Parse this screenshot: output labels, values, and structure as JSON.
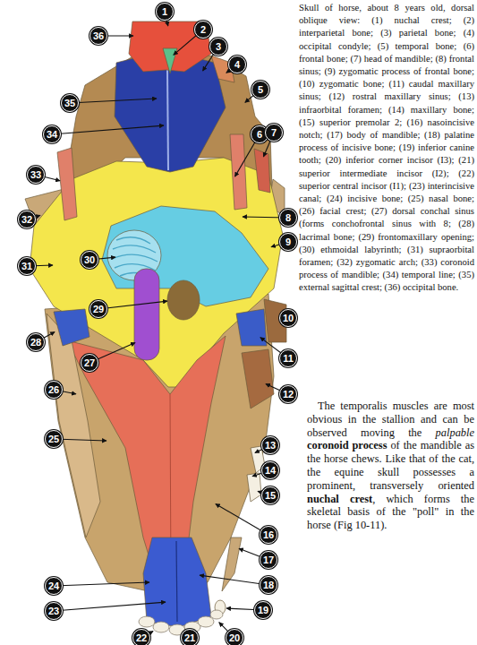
{
  "diagram": {
    "caption": "Skull of horse, about 8 years old, dorsal oblique view: (1) nuchal crest; (2) interparietal bone; (3) parietal bone; (4) occipital condyle; (5) temporal bone; (6) frontal bone; (7) head of mandible; (8) frontal sinus; (9) zygomatic process of frontal bone; (10) zygomatic bone; (11) caudal maxillary sinus; (12) rostral maxillary sinus; (13) infraorbital foramen; (14) maxillary bone; (15) superior premolar 2; (16) nasoincisive notch; (17) body of mandible; (18) palatine process of incisive bone; (19) inferior canine tooth; (20) inferior corner incisor (I3); (21) superior intermediate incisor (I2); (22) superior central incisor (I1); (23) interincisive canal; (24) incisive bone; (25) nasal bone; (26) facial crest; (27) dorsal conchal sinus (forms conchofrontal sinus with 8; (28) lacrimal bone; (29) frontomaxillary opening; (30) ethmoidal labyrinth; (31) supraorbital foramen; (32) zygomatic arch; (33) coronoid process of mandible; (34) temporal line; (35) external sagittal crest; (36) occipital bone.",
    "labels": [
      "1",
      "2",
      "3",
      "4",
      "5",
      "6",
      "7",
      "8",
      "9",
      "10",
      "11",
      "12",
      "13",
      "14",
      "15",
      "16",
      "17",
      "18",
      "19",
      "20",
      "21",
      "22",
      "23",
      "24",
      "25",
      "26",
      "27",
      "28",
      "29",
      "30",
      "31",
      "32",
      "33",
      "34",
      "35",
      "36",
      "The temporalis muscles are most obvious in the stallion and can be observed moving the",
      "palpable",
      "coronoid process",
      "of the mandible as the horse chews. Like that of the cat, the equine skull possesses a prominent, transversely oriented",
      "nuchal crest",
      ", which forms the skeletal basis of the \"poll\" in the horse (Fig 10-11)."
    ]
  }
}
